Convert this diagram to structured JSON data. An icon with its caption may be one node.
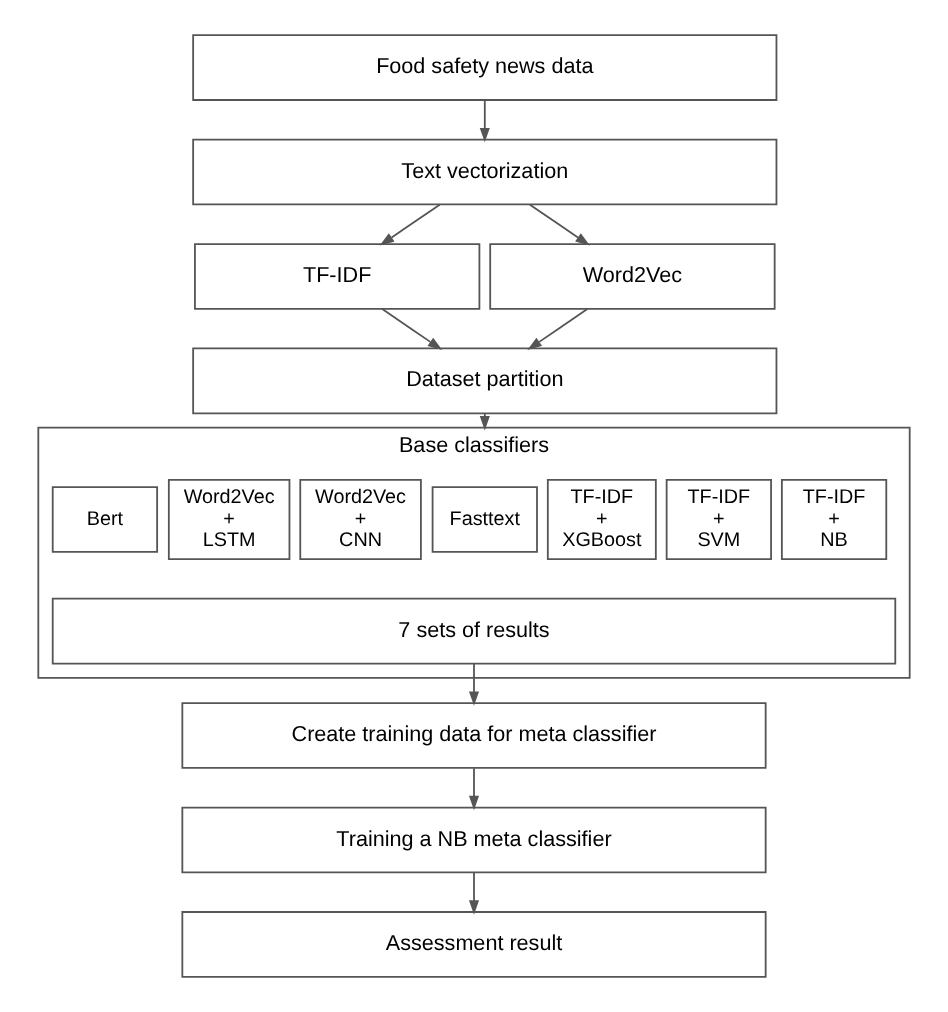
{
  "diagram": {
    "nodes": [
      {
        "text": [
          "Food safety news data"
        ]
      },
      {
        "text": [
          "Text vectorization"
        ]
      },
      {
        "text": [
          "TF-IDF"
        ]
      },
      {
        "text": [
          "Word2Vec"
        ]
      },
      {
        "text": [
          "Dataset partition"
        ]
      },
      {
        "text": [
          "Base classifiers"
        ]
      },
      {
        "text": [
          "TF-IDF + NB"
        ],
        "in": 5
      },
      {
        "text": [
          "TF-IDF + SVM"
        ],
        "in": 5
      },
      {
        "text": [
          "TF-IDF + XGBoost"
        ],
        "in": 5
      },
      {
        "text": [
          "Fasttext"
        ],
        "in": 5
      },
      {
        "text": [
          "Word2Vec + CNN"
        ],
        "in": 5
      },
      {
        "text": [
          "Word2Vec + LSTM"
        ],
        "in": 5
      },
      {
        "text": [
          "Bert"
        ],
        "in": 5
      },
      {
        "text": [
          "7 sets of results"
        ],
        "in": 5
      },
      {
        "text": [
          "Create training data for meta classifier"
        ]
      },
      {
        "text": [
          "Training a NB meta classifier"
        ]
      },
      {
        "text": [
          "Assessment result"
        ]
      }
    ],
    "edges": [
      {
        "from": 0,
        "to": 1,
        "arrow": "to"
      },
      {
        "from": 1,
        "to": 2,
        "arrow": "to"
      },
      {
        "from": 1,
        "to": 3,
        "arrow": "to"
      },
      {
        "from": 2,
        "to": 4,
        "arrow": "to"
      },
      {
        "from": 3,
        "to": 4,
        "arrow": "to"
      },
      {
        "from": 4,
        "to": 5,
        "arrow": "to"
      },
      {
        "from": 13,
        "to": 14,
        "arrow": "to"
      },
      {
        "from": 14,
        "to": 15,
        "arrow": "to"
      },
      {
        "from": 15,
        "to": 16,
        "arrow": "to"
      }
    ]
  }
}
